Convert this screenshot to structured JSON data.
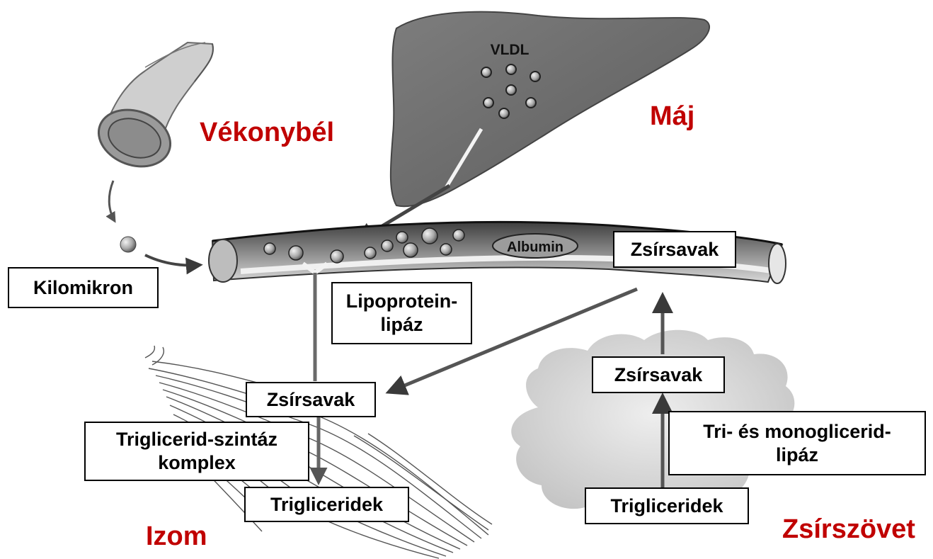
{
  "organs": {
    "small_intestine": "Vékonybél",
    "liver": "Máj",
    "muscle": "Izom",
    "adipose": "Zsírszövet"
  },
  "liver_particles_label": "VLDL",
  "albumin_label": "Albumin",
  "boxes": {
    "chylomicron": "Kilomikron",
    "vessel_fatty_acids": "Zsírsavak",
    "lipoprotein_lipase_line1": "Lipoprotein-",
    "lipoprotein_lipase_line2": "lipáz",
    "muscle_fatty_acids": "Zsírsavak",
    "tg_synthase_line1": "Triglicerid-szintáz",
    "tg_synthase_line2": "komplex",
    "muscle_triglycerides": "Trigliceridek",
    "adipose_fatty_acids": "Zsírsavak",
    "tri_mono_lipase_line1": "Tri- és monoglicerid-",
    "tri_mono_lipase_line2": "lipáz",
    "adipose_triglycerides": "Trigliceridek"
  },
  "colors": {
    "organ_label": "#c00000",
    "box_border": "#000000"
  }
}
